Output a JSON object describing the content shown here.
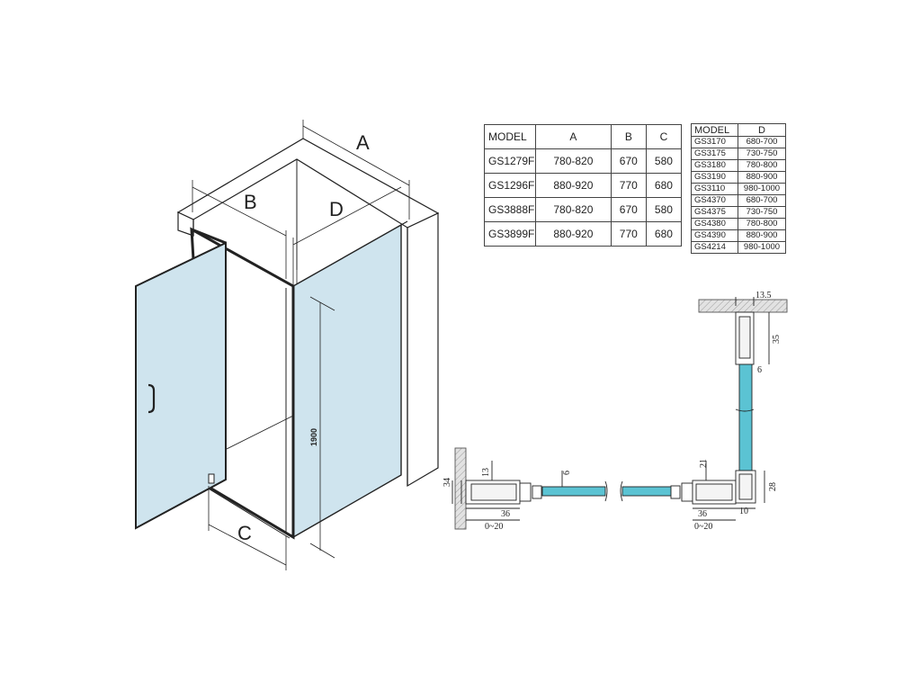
{
  "main_drawing": {
    "label_a": "A",
    "label_b": "B",
    "label_c": "C",
    "label_d": "D",
    "height_label": "1900"
  },
  "table_models_abc": {
    "headers": [
      "MODEL",
      "A",
      "B",
      "C"
    ],
    "rows": [
      [
        "GS1279F",
        "780-820",
        "670",
        "580"
      ],
      [
        "GS1296F",
        "880-920",
        "770",
        "680"
      ],
      [
        "GS3888F",
        "780-820",
        "670",
        "580"
      ],
      [
        "GS3899F",
        "880-920",
        "770",
        "680"
      ]
    ]
  },
  "table_models_d": {
    "headers": [
      "MODEL",
      "D"
    ],
    "rows": [
      [
        "GS3170",
        "680-700"
      ],
      [
        "GS3175",
        "730-750"
      ],
      [
        "GS3180",
        "780-800"
      ],
      [
        "GS3190",
        "880-900"
      ],
      [
        "GS3110",
        "980-1000"
      ],
      [
        "GS4370",
        "680-700"
      ],
      [
        "GS4375",
        "730-750"
      ],
      [
        "GS4380",
        "780-800"
      ],
      [
        "GS4390",
        "880-900"
      ],
      [
        "GS4214",
        "980-1000"
      ]
    ]
  },
  "profile_details": {
    "left": {
      "dim_34": "34",
      "dim_13": "13",
      "dim_6": "6",
      "dim_36": "36",
      "dim_0_20": "0~20"
    },
    "middle": {
      "dim_21": "21",
      "dim_36": "36",
      "dim_0_20": "0~20"
    },
    "right": {
      "dim_13_5": "13.5",
      "dim_35": "35",
      "dim_6": "6",
      "dim_28": "28",
      "dim_10": "10"
    }
  },
  "colors": {
    "glass": "#cfe4ee",
    "profile_glass": "#5bc3d3",
    "wall_hatch": "#888888",
    "line": "#222222"
  }
}
